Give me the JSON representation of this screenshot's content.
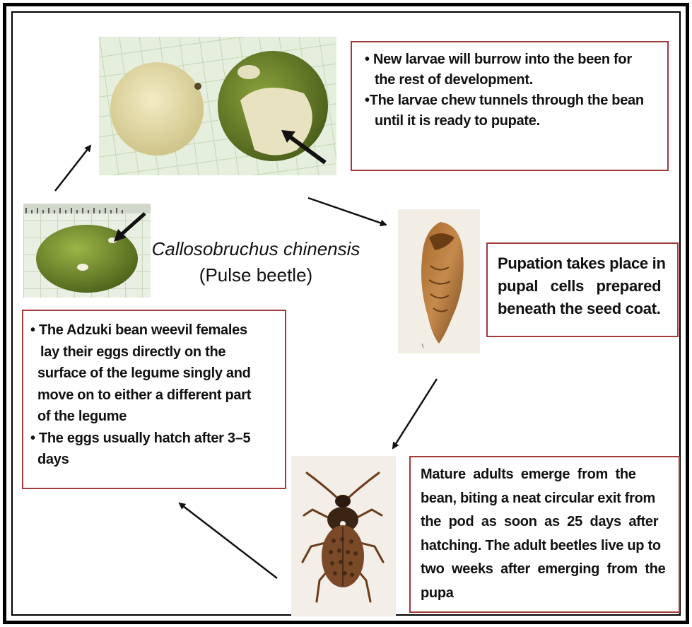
{
  "title": {
    "species": "Callosobruchus chinensis",
    "common_name": "(Pulse beetle)"
  },
  "stages": {
    "larva": {
      "lines": [
        "• New larvae will burrow into the been for",
        "the rest of development.",
        "•The larvae chew tunnels through the bean",
        "until it is ready to pupate."
      ]
    },
    "pupa": {
      "lines": [
        "Pupation takes place in",
        "pupal   cells   prepared",
        "beneath the seed coat."
      ]
    },
    "adult": {
      "lines": [
        "Mature  adults  emerge  from  the",
        "bean, biting a neat circular exit from",
        "the  pod  as  soon  as  25  days  after",
        "hatching. The adult beetles live up to",
        "two  weeks  after  emerging  from  the",
        "pupa"
      ]
    },
    "egg": {
      "lines": [
        "• The Adzuki bean weevil females",
        "lay their eggs directly on the",
        "surface of the legume singly and",
        "move on to either a different part",
        "of the legume",
        "• The eggs usually hatch after 3–5",
        "days"
      ]
    }
  },
  "colors": {
    "box_border": "#a23a3a",
    "arrow": "#111111",
    "grid_paper": "#e4ecd9",
    "bean_green": "#6f8a2e"
  },
  "icons": {
    "egg_image": "mung-bean-with-egg",
    "larva_image": "bean-with-larva-tunnel",
    "pupa_image": "beetle-pupa",
    "adult_image": "adult-pulse-beetle"
  }
}
